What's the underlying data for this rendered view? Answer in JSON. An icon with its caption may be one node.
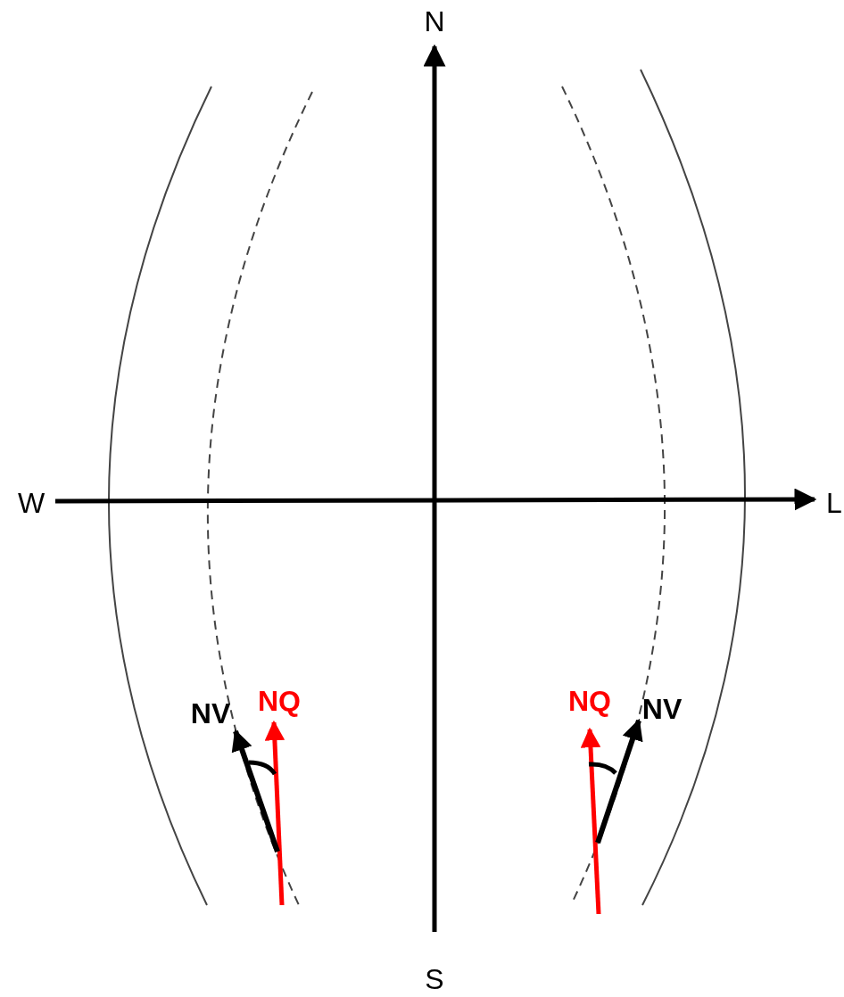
{
  "diagram": {
    "labels": [
      "N",
      "W",
      "L",
      "NV",
      "NQ",
      "NQ",
      "NV",
      "S"
    ]
  }
}
